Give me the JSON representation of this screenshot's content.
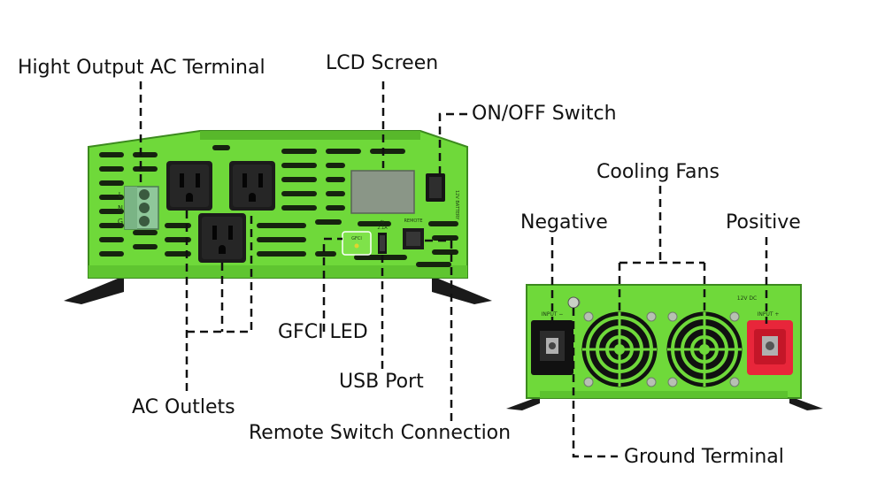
{
  "labels": {
    "high_output_ac_terminal": "Hight Output AC Terminal",
    "lcd_screen": "LCD Screen",
    "on_off_switch": "ON/OFF Switch",
    "cooling_fans": "Cooling Fans",
    "negative": "Negative",
    "positive": "Positive",
    "gfci_led": "GFCI LED",
    "usb_port": "USB Port",
    "ac_outlets": "AC Outlets",
    "remote_switch_connection": "Remote Switch Connection",
    "ground_terminal": "Ground Terminal"
  },
  "panel_text": {
    "terminal_letters": [
      "L",
      "N",
      "G"
    ],
    "usb_rating": "2.1A",
    "remote": "REMOTE",
    "gfci": "GFCI",
    "input_neg": "INPUT −",
    "input_pos": "INPUT +",
    "volt_dc": "12V DC"
  },
  "colors": {
    "body_green": "#6fd93a",
    "vent_dark": "#16230f",
    "accent_red": "#e8263a",
    "terminal_green": "#8fc79a"
  }
}
